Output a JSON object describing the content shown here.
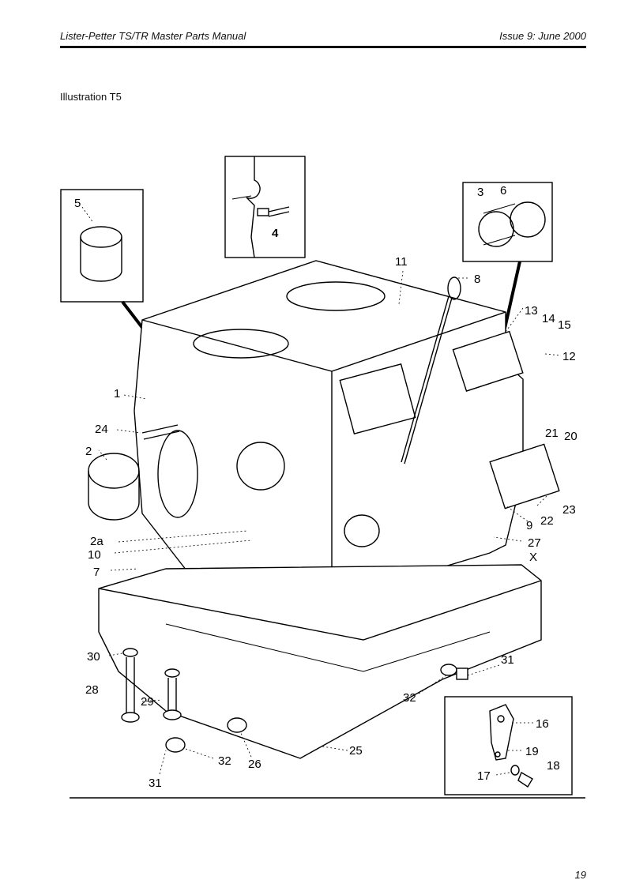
{
  "header": {
    "title": "Lister-Petter TS/TR Master Parts Manual",
    "issue": "Issue 9: June 2000"
  },
  "caption": "Illustration T5",
  "page_number": "19",
  "callouts": {
    "c1": "1",
    "c2": "2",
    "c2a": "2a",
    "c3": "3",
    "c4": "4",
    "c5": "5",
    "c6": "6",
    "c7": "7",
    "c8": "8",
    "c9": "9",
    "c10": "10",
    "c11": "11",
    "c12": "12",
    "c13": "13",
    "c14": "14",
    "c15": "15",
    "c16": "16",
    "c17": "17",
    "c18": "18",
    "c19": "19",
    "c20": "20",
    "c21": "21",
    "c22": "22",
    "c23": "23",
    "c24": "24",
    "c25": "25",
    "c26": "26",
    "c27": "27",
    "cX": "X",
    "c28": "28",
    "c29": "29",
    "c30": "30",
    "c31a": "31",
    "c31b": "31",
    "c32a": "32",
    "c32b": "32"
  }
}
